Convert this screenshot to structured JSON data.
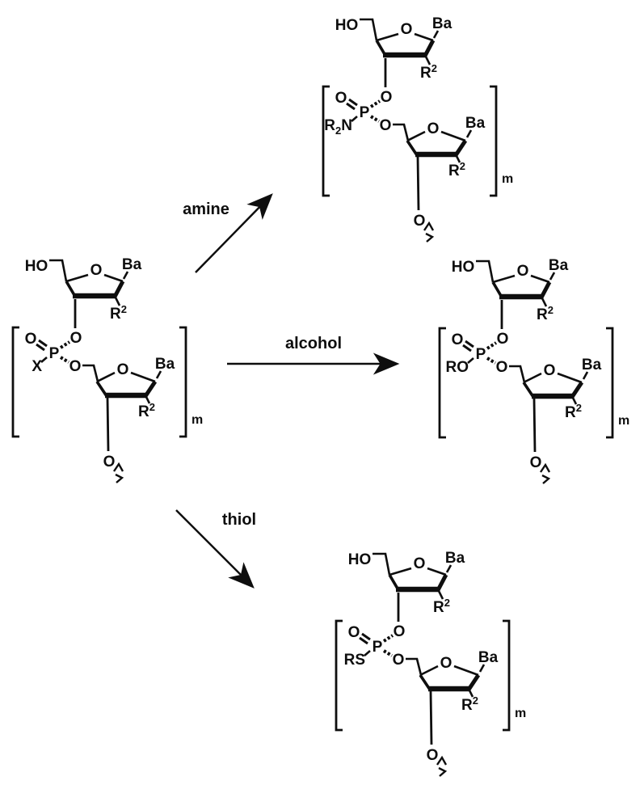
{
  "figure": {
    "description": "Reaction scheme: bracketed dinucleotide phosphate intermediate bearing substituent X converted by amine, alcohol, or thiol into the corresponding R2N-, RO-, or RS-substituted phosphate oligonucleotides"
  },
  "atoms": {
    "hydroxyl": "HO",
    "ring_oxygen": "O",
    "base": "Ba",
    "r_label": "R",
    "r_sup": "2",
    "phosphoryl_oxygen": "O",
    "linking_oxygen": "O",
    "bridging_oxygen": "O",
    "phosphorus": "P",
    "terminal_oxygen": "O",
    "repeat_subscript": "m"
  },
  "structures": {
    "start": {
      "p_substituent": "X"
    },
    "amine_product": {
      "sub_r": "R",
      "sub_2": "2",
      "sub_n": "N"
    },
    "alcohol_product": {
      "p_substituent": "RO"
    },
    "thiol_product": {
      "p_substituent": "RS"
    }
  },
  "arrows": {
    "amine": "amine",
    "alcohol": "alcohol",
    "thiol": "thiol"
  }
}
